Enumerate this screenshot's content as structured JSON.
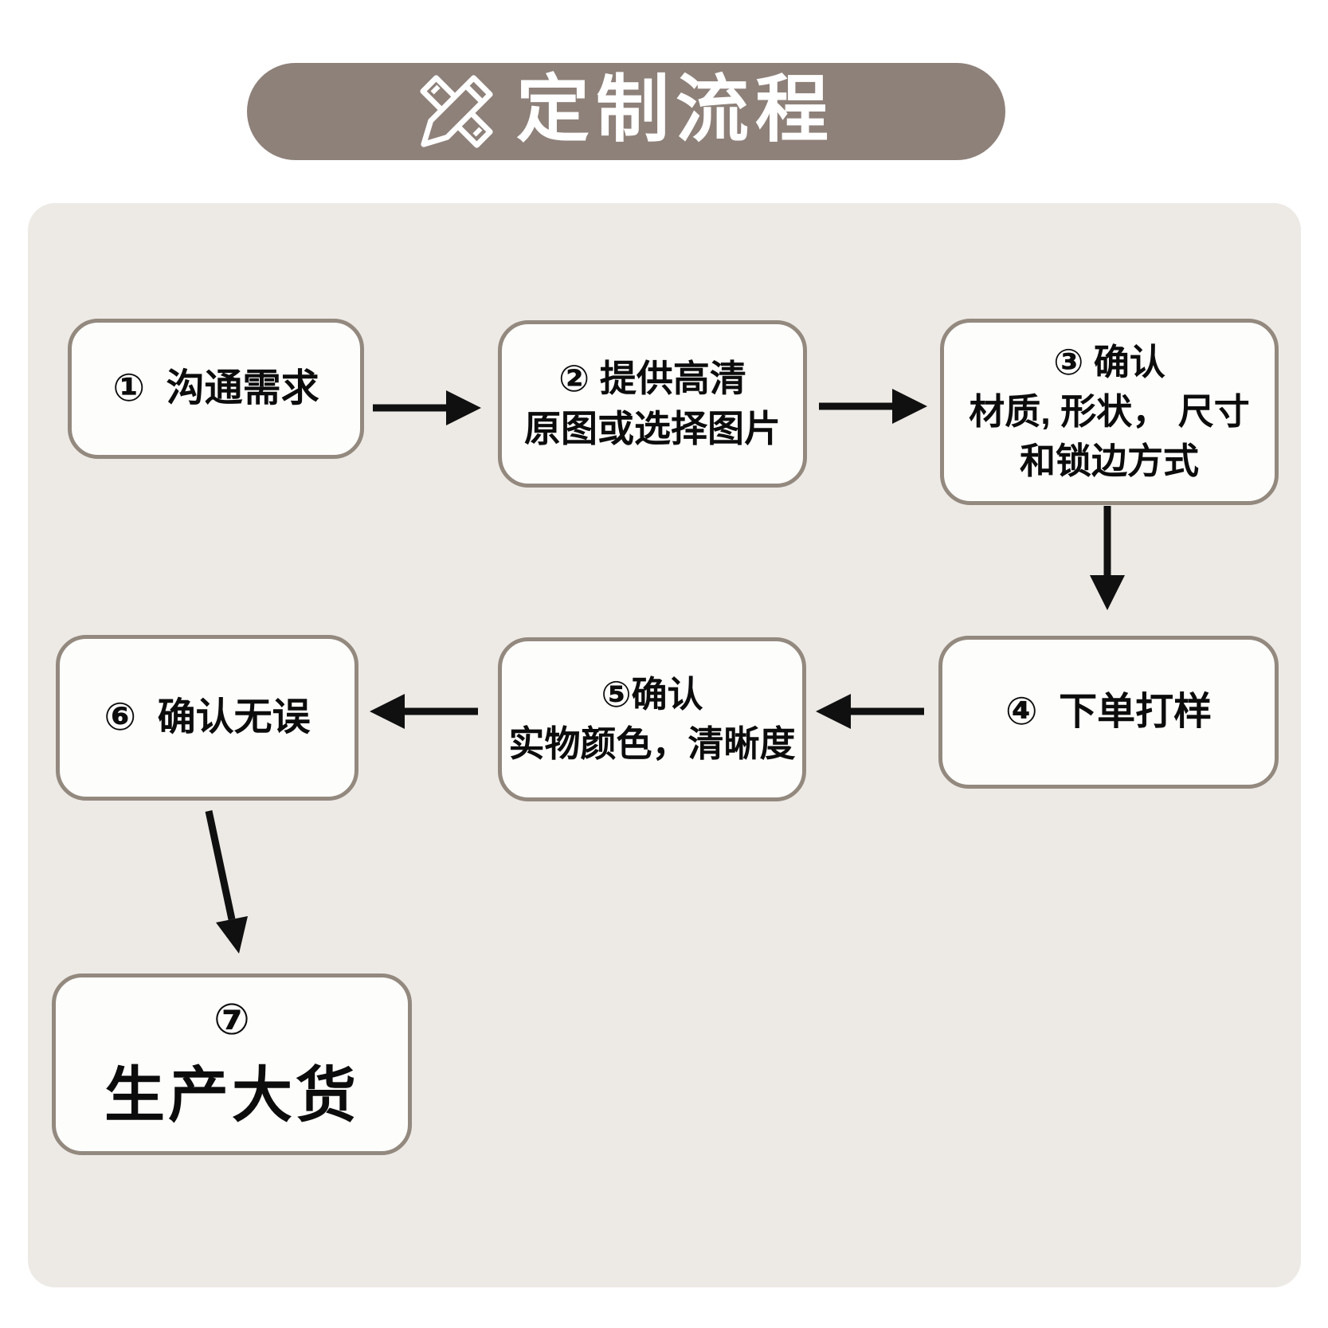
{
  "colors": {
    "page_bg": "#ffffff",
    "header_bg": "#8e817a",
    "header_text": "#ffffff",
    "panel_bg": "#edeae6",
    "box_bg": "#fdfdfc",
    "box_border": "#93897e",
    "text": "#0c0c0c",
    "arrow": "#101010"
  },
  "header": {
    "title": "定制流程",
    "icon": "pencil-ruler-icon"
  },
  "flow": {
    "steps": [
      {
        "id": "step-1",
        "number": "①",
        "lines": [
          "①  沟通需求"
        ]
      },
      {
        "id": "step-2",
        "number": "②",
        "lines": [
          "② 提供高清",
          "原图或选择图片"
        ]
      },
      {
        "id": "step-3",
        "number": "③",
        "lines": [
          "③ 确认",
          "材质, 形状， 尺寸",
          "和锁边方式"
        ]
      },
      {
        "id": "step-4",
        "number": "④",
        "lines": [
          "④  下单打样"
        ]
      },
      {
        "id": "step-5",
        "number": "⑤",
        "lines": [
          "⑤确认",
          "实物颜色，清晰度"
        ]
      },
      {
        "id": "step-6",
        "number": "⑥",
        "lines": [
          "⑥  确认无误"
        ]
      },
      {
        "id": "step-7",
        "number": "⑦",
        "lines": [
          "⑦",
          "生产大货"
        ]
      }
    ],
    "arrows": [
      {
        "from": "step-1",
        "to": "step-2",
        "direction": "right"
      },
      {
        "from": "step-2",
        "to": "step-3",
        "direction": "right"
      },
      {
        "from": "step-3",
        "to": "step-4",
        "direction": "down"
      },
      {
        "from": "step-4",
        "to": "step-5",
        "direction": "left"
      },
      {
        "from": "step-5",
        "to": "step-6",
        "direction": "left"
      },
      {
        "from": "step-6",
        "to": "step-7",
        "direction": "down-right"
      }
    ]
  }
}
